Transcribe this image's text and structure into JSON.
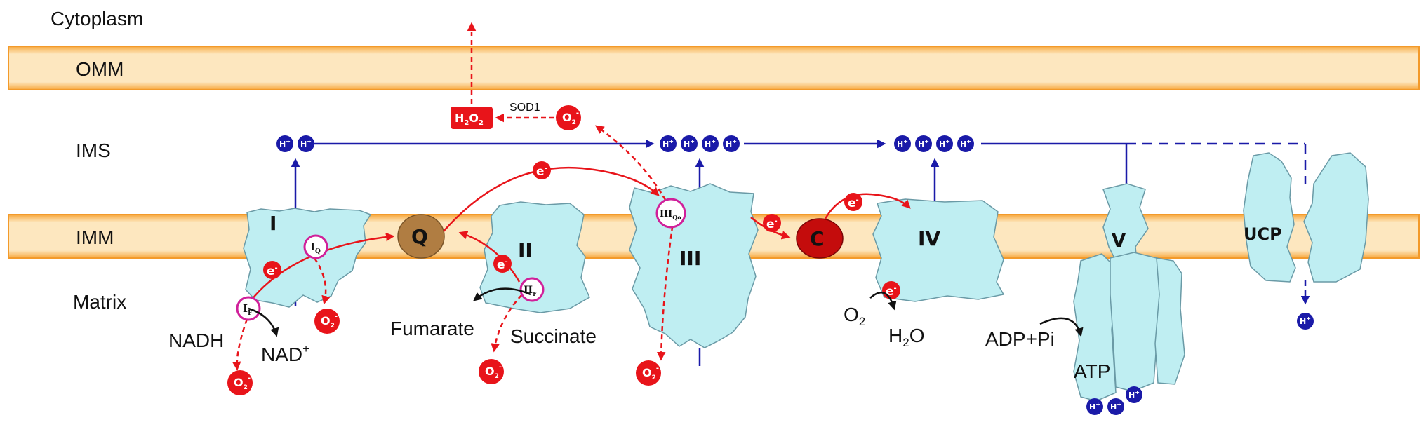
{
  "regions": {
    "cytoplasm": "Cytoplasm",
    "omm": "OMM",
    "ims": "IMS",
    "imm": "IMM",
    "matrix": "Matrix"
  },
  "complexes": {
    "c1": "I",
    "c2": "II",
    "c3": "III",
    "c4": "IV",
    "c5": "V",
    "ucp": "UCP",
    "q": "Q",
    "c": "C"
  },
  "sites": {
    "if_main": "I",
    "if_sub": "F",
    "iq_main": "I",
    "iq_sub": "Q",
    "iif_main": "II",
    "iif_sub": "F",
    "iiiqo_main": "III",
    "iiiqo_sub": "Qo"
  },
  "substrates": {
    "nadh": "NADH",
    "nad_base": "NAD",
    "nad_sup": "+",
    "fumarate": "Fumarate",
    "succinate": "Succinate",
    "o2_base": "O",
    "o2_sub": "2",
    "h2o_pre": "H",
    "h2o_sub": "2",
    "h2o_post": "O",
    "adp_pi": "ADP+Pi",
    "atp": "ATP"
  },
  "ros": {
    "sod1": "SOD1",
    "h2o2_h": "H",
    "h2o2_2a": "2",
    "h2o2_o": "O",
    "h2o2_2b": "2",
    "superoxide_base": "O",
    "superoxide_sub": "2",
    "superoxide_sup": "-"
  },
  "tokens": {
    "electron_base": "e",
    "electron_sup": "-",
    "proton_base": "H",
    "proton_sup": "+"
  },
  "colors": {
    "membrane_fill": "#fde2b3",
    "membrane_stroke": "#f39a2a",
    "complex_fill": "#bfeef2",
    "complex_stroke": "#6a9aa6",
    "proton_blue": "#1a1aa8",
    "electron_red": "#e8141a",
    "q_brown": "#b07d42",
    "c_darkred": "#c40c0c",
    "site_ring": "#d0209a"
  }
}
